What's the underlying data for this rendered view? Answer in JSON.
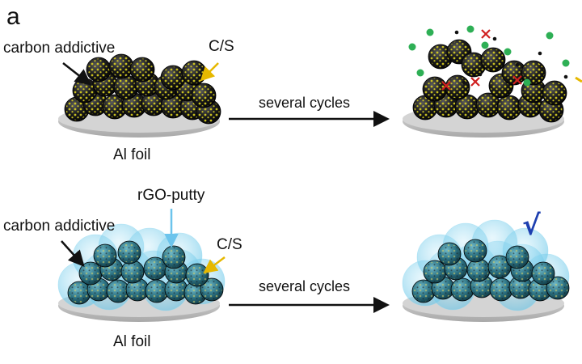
{
  "panel_label": "a",
  "top_row": {
    "additive_label": "carbon addictive",
    "cs_label": "C/S",
    "foil_label": "Al foil",
    "arrow_label": "several cycles"
  },
  "bottom_row": {
    "additive_label": "carbon addictive",
    "putty_label": "rGO-putty",
    "cs_label": "C/S",
    "foil_label": "Al foil",
    "arrow_label": "several cycles",
    "result_mark": "√"
  },
  "colors": {
    "sphere_dark": "#1b1b1b",
    "sulfur_yellow": "#d9d021",
    "putty_blue": "#7fd0ec",
    "polysulfide_green": "#2eaf55",
    "x_mark_red": "#d02020",
    "check_blue": "#1e3fb0",
    "arrow_yellow": "#e6b800",
    "arrow_light_blue": "#6cc4ec",
    "foil_gray": "#c8c8c8"
  }
}
